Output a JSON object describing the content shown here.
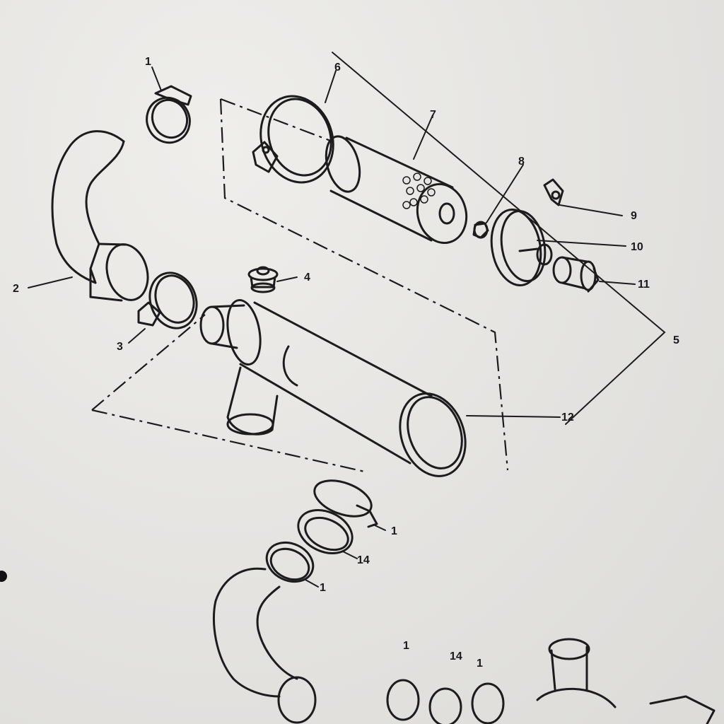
{
  "diagram": {
    "labels": {
      "clamp_1": "1",
      "hose_2": "2",
      "clamp_3": "3",
      "valve_4": "4",
      "assembly_5": "5",
      "band_6": "6",
      "element_7": "7",
      "nut_8": "8",
      "wingnut_9": "9",
      "cover_10": "10",
      "dust_valve_11": "11",
      "housing_12": "12",
      "clamp_1b": "1",
      "gasket_14": "14",
      "clamp_1c": "1",
      "clamp_1d": "1",
      "gasket_14b": "14",
      "clamp_1e": "1"
    }
  }
}
